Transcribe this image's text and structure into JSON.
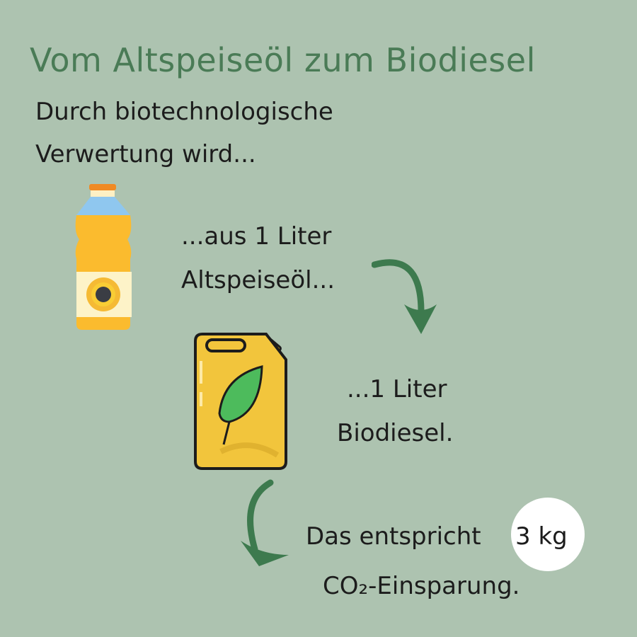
{
  "title": "Vom Altspeiseöl zum Biodiesel",
  "intro": [
    "Durch biotechnologische",
    "Verwertung wird..."
  ],
  "step1": [
    "...aus 1 Liter",
    "Altspeiseöl..."
  ],
  "step2": [
    "...1 Liter",
    "Biodiesel."
  ],
  "step3": {
    "line1": "Das entspricht",
    "amount": "3 kg",
    "line2": "CO₂-Einsparung."
  },
  "colors": {
    "background": "#adc3b0",
    "title": "#4a7b56",
    "arrow": "#3d7a4e"
  }
}
